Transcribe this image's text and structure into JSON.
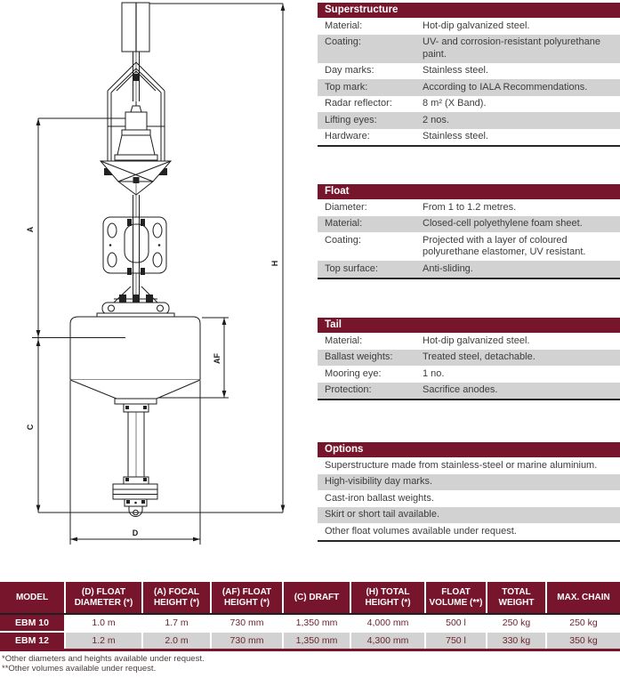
{
  "colors": {
    "accent_maroon": "#76152B",
    "row_gray": "#D2D2D2",
    "text_gray": "#3D3D3D",
    "line_black": "#1D1D1D",
    "model_value_text": "#6E2430"
  },
  "diagram": {
    "labels": {
      "a": "A",
      "h": "H",
      "c": "C",
      "af": "AF",
      "d": "D"
    }
  },
  "spec_tables": [
    {
      "title": "Superstructure",
      "rows": [
        {
          "label": "Material:",
          "value": "Hot-dip galvanized steel."
        },
        {
          "label": "Coating:",
          "value": "UV- and corrosion-resistant polyurethane paint."
        },
        {
          "label": "Day marks:",
          "value": "Stainless steel."
        },
        {
          "label": "Top mark:",
          "value": "According to IALA Recommendations."
        },
        {
          "label": "Radar reflector:",
          "value": "8 m² (X Band)."
        },
        {
          "label": "Lifting eyes:",
          "value": "2 nos."
        },
        {
          "label": "Hardware:",
          "value": "Stainless steel."
        }
      ]
    },
    {
      "title": "Float",
      "rows": [
        {
          "label": "Diameter:",
          "value": "From 1 to 1.2 metres."
        },
        {
          "label": "Material:",
          "value": "Closed-cell polyethylene foam sheet."
        },
        {
          "label": "Coating:",
          "value": "Projected with a layer of coloured polyurethane elastomer, UV resistant."
        },
        {
          "label": "Top surface:",
          "value": "Anti-sliding."
        }
      ]
    },
    {
      "title": "Tail",
      "rows": [
        {
          "label": "Material:",
          "value": "Hot-dip galvanized steel."
        },
        {
          "label": "Ballast weights:",
          "value": "Treated steel, detachable."
        },
        {
          "label": "Mooring eye:",
          "value": "1 no."
        },
        {
          "label": "Protection:",
          "value": "Sacrifice anodes."
        }
      ]
    }
  ],
  "options_table": {
    "title": "Options",
    "rows": [
      "Superstructure made from stainless-steel or marine aluminium.",
      "High-visibility day marks.",
      "Cast-iron ballast weights.",
      "Skirt or short tail available.",
      "Other float volumes available under request."
    ]
  },
  "model_table": {
    "headers": [
      "MODEL",
      "(D) FLOAT DIAMETER (*)",
      "(A) FOCAL HEIGHT (*)",
      "(AF) FLOAT HEIGHT (*)",
      "(C) DRAFT",
      "(H) TOTAL HEIGHT (*)",
      "FLOAT VOLUME (**)",
      "TOTAL WEIGHT",
      "MAX. CHAIN"
    ],
    "rows": [
      {
        "model": "EBM 10",
        "values": [
          "1.0 m",
          "1.7 m",
          "730 mm",
          "1,350 mm",
          "4,000 mm",
          "500 l",
          "250 kg",
          "250 kg"
        ]
      },
      {
        "model": "EBM 12",
        "values": [
          "1.2 m",
          "2.0 m",
          "730 mm",
          "1,350 mm",
          "4,300 mm",
          "750 l",
          "330 kg",
          "350 kg"
        ]
      }
    ]
  },
  "footnotes": [
    "*Other diameters and heights available under request.",
    "**Other volumes available under request."
  ]
}
